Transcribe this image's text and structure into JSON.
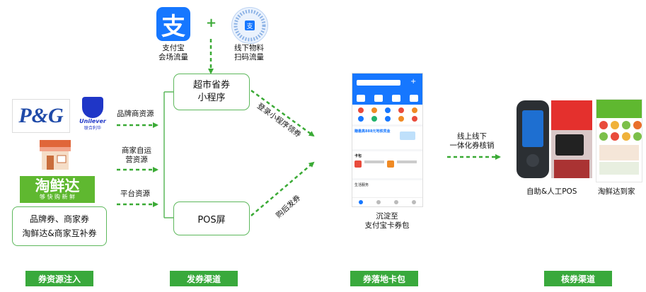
{
  "sources": {
    "brands": {
      "pg": "P&G",
      "unilever_name": "Unilever",
      "unilever_cn": "联合利华",
      "taoxianda": "淘鲜达",
      "taoxianda_slogan": "够 快 购 新 鲜"
    },
    "coupon_box": {
      "line1": "品牌券、商家券",
      "line2": "淘鲜达&商家互补券"
    },
    "arrow_labels": {
      "brand": "品牌商资源",
      "merchant_line1": "商家自运",
      "merchant_line2": "营资源",
      "platform": "平台资源"
    }
  },
  "top": {
    "alipay_caption_1": "支付宝",
    "alipay_caption_2": "会场流量",
    "plus": "+",
    "offline_caption_1": "线下物料",
    "offline_caption_2": "扫码流量"
  },
  "channels": {
    "mini_program_1": "超市省券",
    "mini_program_2": "小程序",
    "pos": "POS屏",
    "claim_label": "登录小程序领券",
    "issue_label": "购后发券"
  },
  "wallet": {
    "caption_1": "沉淀至",
    "caption_2": "支付宝卡券包",
    "screen": {
      "promo": "赚最高888元地铁贯金",
      "section_title": "卡包",
      "section_2": "生活服务"
    }
  },
  "redeem": {
    "arrow_line1": "线上线下",
    "arrow_line2": "一体化券核销",
    "pos_caption": "自助&人工POS",
    "delivery_caption": "淘鲜达到家"
  },
  "bottom_labels": {
    "sources": "券资源注入",
    "issue": "发券渠道",
    "land": "券落地卡包",
    "redeem": "核券渠道"
  },
  "colors": {
    "green_line": "#3aaa35",
    "badge_green": "#39a93c",
    "alipay_blue": "#1677ff",
    "taoxianda_green": "#5fb830",
    "pg_blue": "#1f4aa8",
    "unilever_blue": "#1f36c7"
  }
}
